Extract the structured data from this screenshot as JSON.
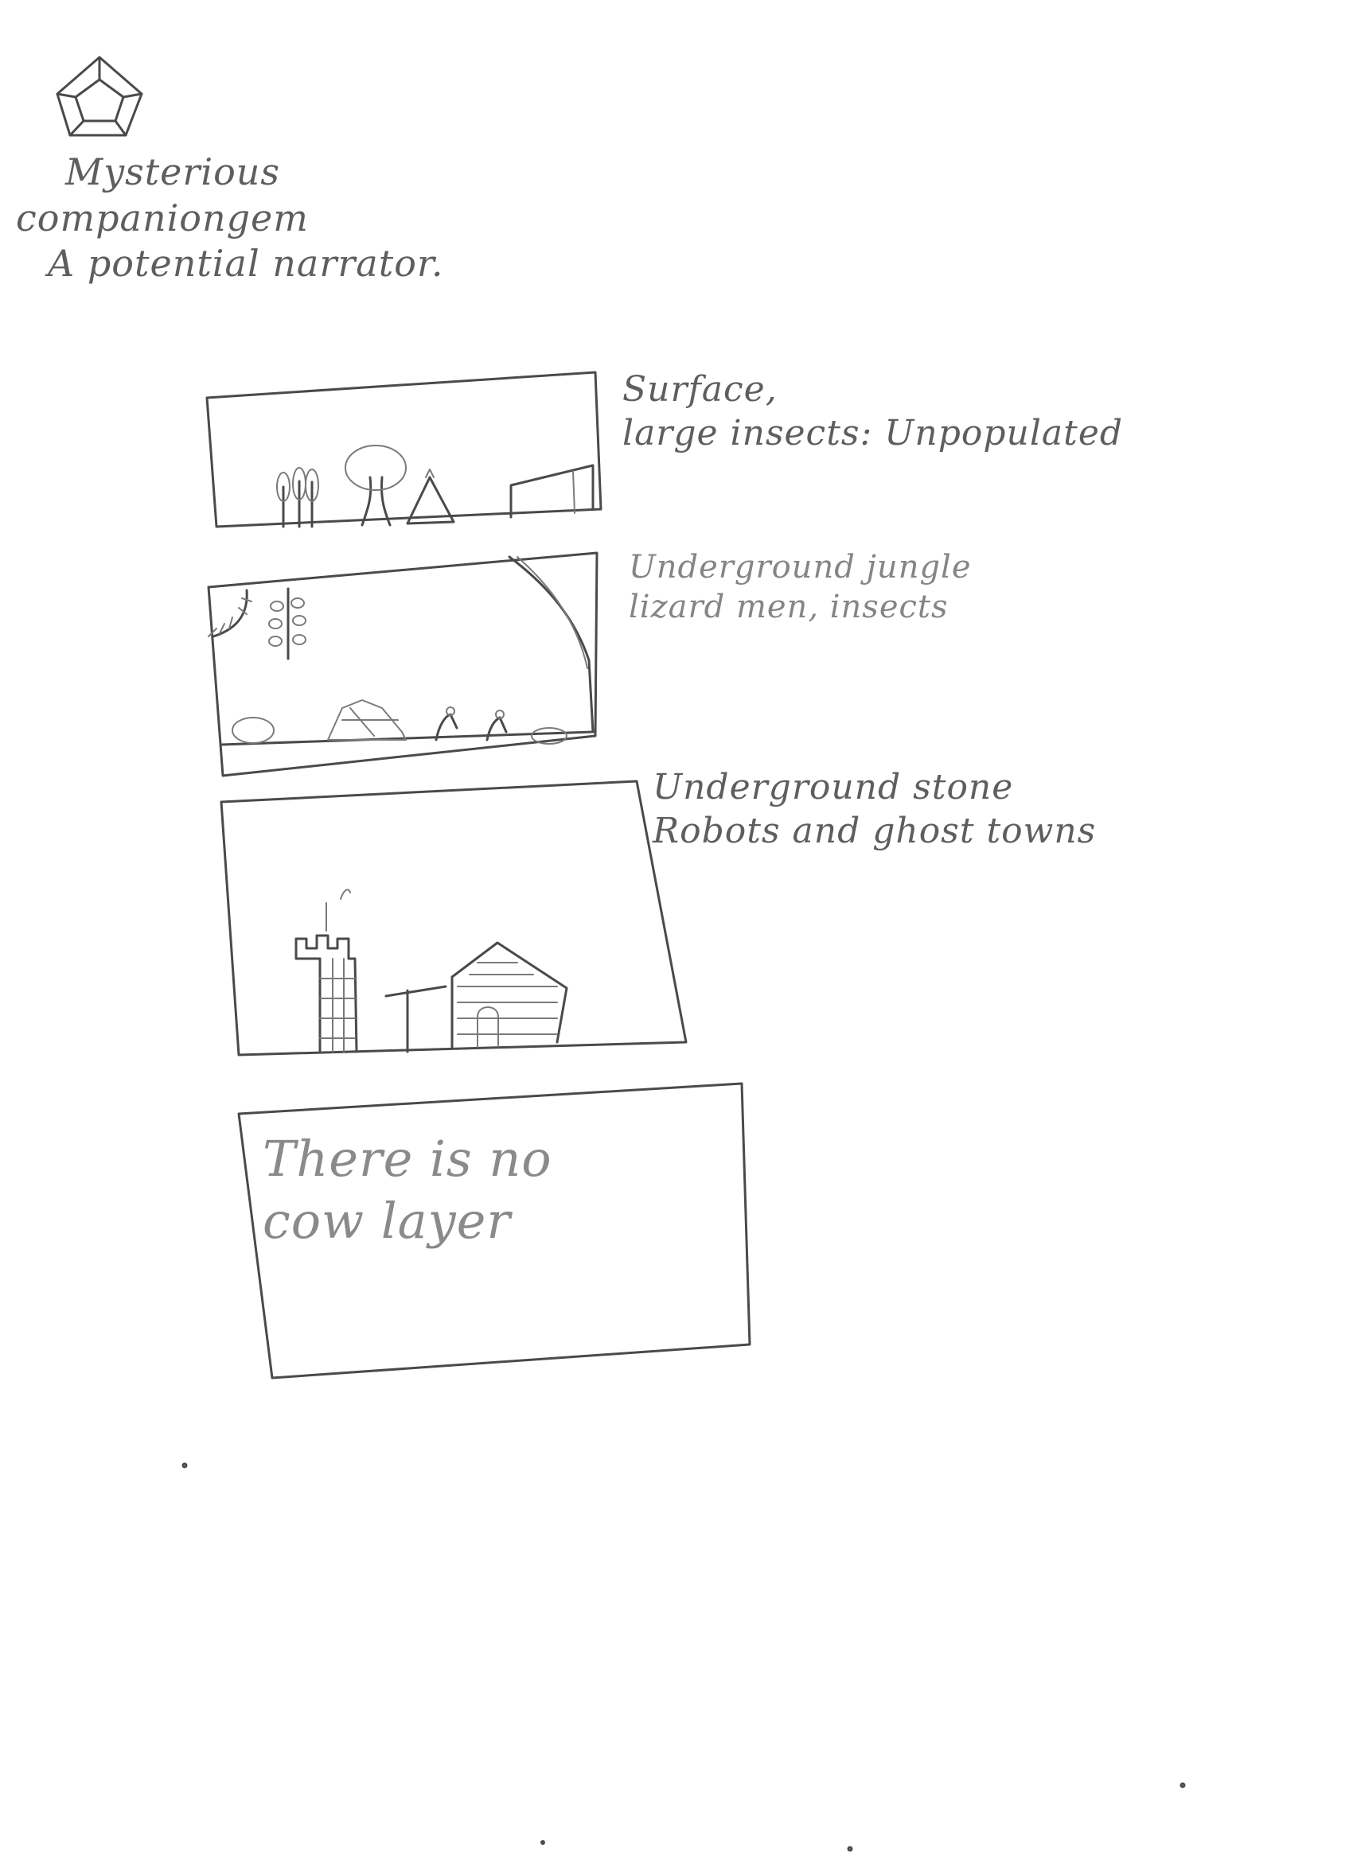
{
  "gem_note": {
    "line1": "Mysterious",
    "line2": "companiongem",
    "line3": "A potential narrator."
  },
  "panels": [
    {
      "label_line1": "Surface,",
      "label_line2": "large insects: Unpopulated"
    },
    {
      "label_line1": "Underground jungle",
      "label_line2": "lizard men, insects"
    },
    {
      "label_line1": "Underground stone",
      "label_line2": "Robots and ghost towns"
    }
  ],
  "empty_panel": {
    "line1": "There is no",
    "line2": "cow layer"
  },
  "icons": [
    "gem-icon",
    "tree-icon",
    "tent-icon",
    "sun-icon",
    "vine-icon",
    "tower-icon",
    "house-icon"
  ]
}
